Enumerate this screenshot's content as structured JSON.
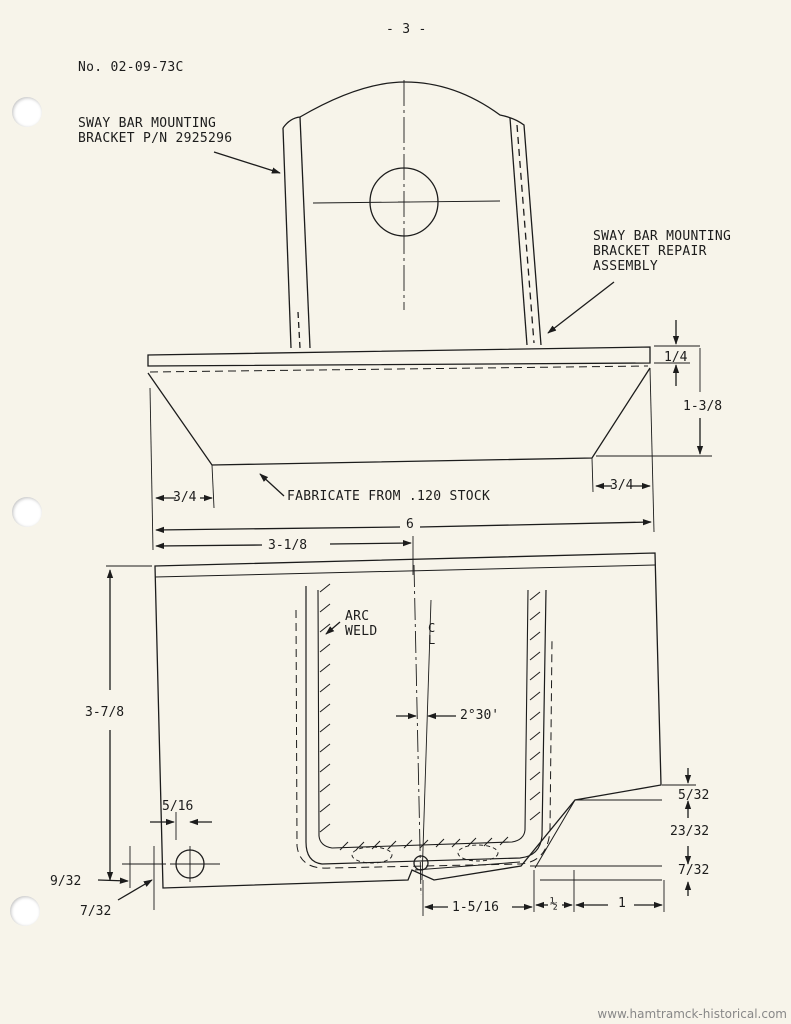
{
  "page": {
    "page_number": "- 3 -",
    "doc_number": "No. 02-09-73C",
    "watermark": "www.hamtramck-historical.com"
  },
  "labels": {
    "sway_bar_bracket": "SWAY BAR MOUNTING\nBRACKET P/N 2925296",
    "repair_assembly": "SWAY BAR MOUNTING\nBRACKET REPAIR\nASSEMBLY",
    "fabricate": "FABRICATE FROM .120 STOCK",
    "arc_weld": "ARC\nWELD",
    "centerline": "C\nL"
  },
  "dimensions": {
    "d_1_4": "1/4",
    "d_1_3_8": "1-3/8",
    "d_3_4_left": "3/4",
    "d_3_4_right": "3/4",
    "d_6": "6",
    "d_3_1_8": "3-1/8",
    "d_3_7_8": "3-7/8",
    "d_angle": "2°30'",
    "d_5_16": "5/16",
    "d_9_32": "9/32",
    "d_7_32_left": "7/32",
    "d_5_32": "5/32",
    "d_23_32": "23/32",
    "d_7_32_right": "7/32",
    "d_1_5_16": "1-5/16",
    "d_half": "½",
    "d_1": "1"
  }
}
